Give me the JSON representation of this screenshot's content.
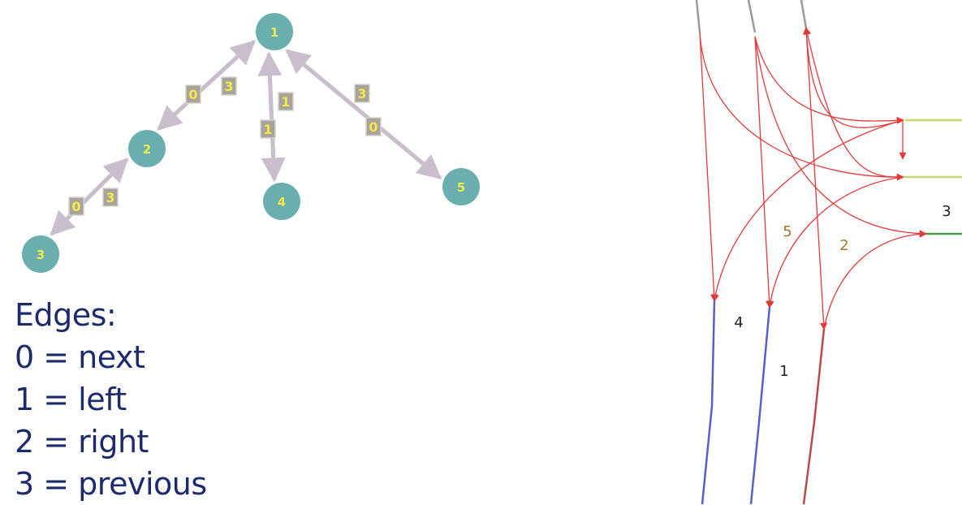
{
  "graph": {
    "colors": {
      "node_fill": "#6aaeb0",
      "node_text": "#f2ea4a",
      "edge": "#c9bfcc",
      "edge_label_fill": "#a8a39b",
      "edge_label_text": "#f2ea4a"
    },
    "nodes": [
      {
        "id": "1",
        "label": "1"
      },
      {
        "id": "2",
        "label": "2"
      },
      {
        "id": "3",
        "label": "3"
      },
      {
        "id": "4",
        "label": "4"
      },
      {
        "id": "5",
        "label": "5"
      }
    ],
    "edges": [
      {
        "from": "1",
        "to": "2",
        "label": "0"
      },
      {
        "from": "2",
        "to": "1",
        "label": "3"
      },
      {
        "from": "2",
        "to": "3",
        "label": "0"
      },
      {
        "from": "3",
        "to": "2",
        "label": "3"
      },
      {
        "from": "1",
        "to": "4",
        "label": "1"
      },
      {
        "from": "4",
        "to": "1",
        "label": "1"
      },
      {
        "from": "1",
        "to": "5",
        "label": "0"
      },
      {
        "from": "5",
        "to": "1",
        "label": "3"
      }
    ]
  },
  "legend": {
    "title": "Edges:",
    "items": [
      "0 = next",
      "1 = left",
      "2 = right",
      "3 = previous"
    ]
  },
  "road_map": {
    "colors": {
      "connector": "#e23a3a",
      "lane_blue": "#5a5ec8",
      "lane_red": "#b84a4a",
      "lane_green_yellow": "#c8d86a",
      "lane_green": "#4a9a4a",
      "lane_gray": "#9a9a9a",
      "label_dark": "#222222",
      "label_brown": "#a07a2a"
    },
    "labels": [
      {
        "text": "4",
        "tone": "dark"
      },
      {
        "text": "1",
        "tone": "dark"
      },
      {
        "text": "3",
        "tone": "dark"
      },
      {
        "text": "5",
        "tone": "brown"
      },
      {
        "text": "2",
        "tone": "brown"
      }
    ]
  }
}
